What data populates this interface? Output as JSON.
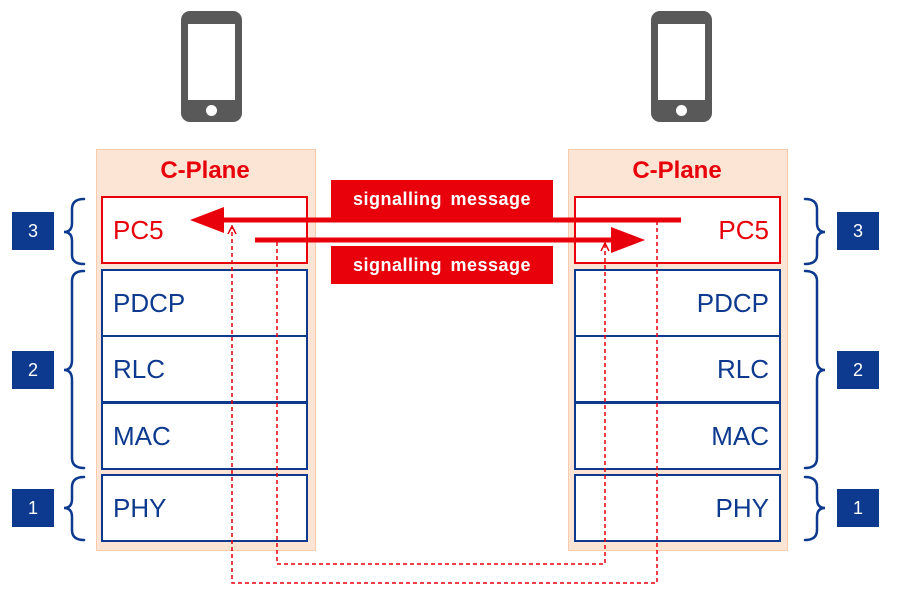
{
  "left": {
    "title": "C-Plane",
    "layers": {
      "pc5": "PC5",
      "pdcp": "PDCP",
      "rlc": "RLC",
      "mac": "MAC",
      "phy": "PHY"
    }
  },
  "right": {
    "title": "C-Plane",
    "layers": {
      "pc5": "PC5",
      "pdcp": "PDCP",
      "rlc": "RLC",
      "mac": "MAC",
      "phy": "PHY"
    }
  },
  "layer_numbers": {
    "three": "3",
    "two": "2",
    "one": "1"
  },
  "messages": {
    "top": "signalling message",
    "bottom": "signalling message"
  },
  "colors": {
    "red": "#e8000b",
    "blue": "#0d3a8e",
    "peach": "#fde5d5",
    "phone": "#595959"
  }
}
